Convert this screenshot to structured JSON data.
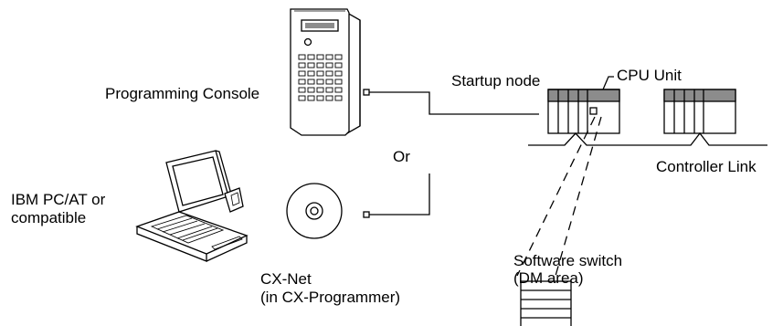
{
  "labels": {
    "programming_console": "Programming Console",
    "startup_node": "Startup node",
    "cpu_unit": "CPU Unit",
    "or": "Or",
    "controller_link": "Controller Link",
    "ibm_pc_line1": "IBM PC/AT or",
    "ibm_pc_line2": "compatible",
    "software_switch_line1": "Software switch",
    "software_switch_line2": "(DM area)",
    "cx_net_line1": "CX-Net",
    "cx_net_line2": "(in CX-Programmer)"
  },
  "colors": {
    "line": "#000000",
    "shade": "#8c8c8c",
    "fill": "#ffffff"
  }
}
